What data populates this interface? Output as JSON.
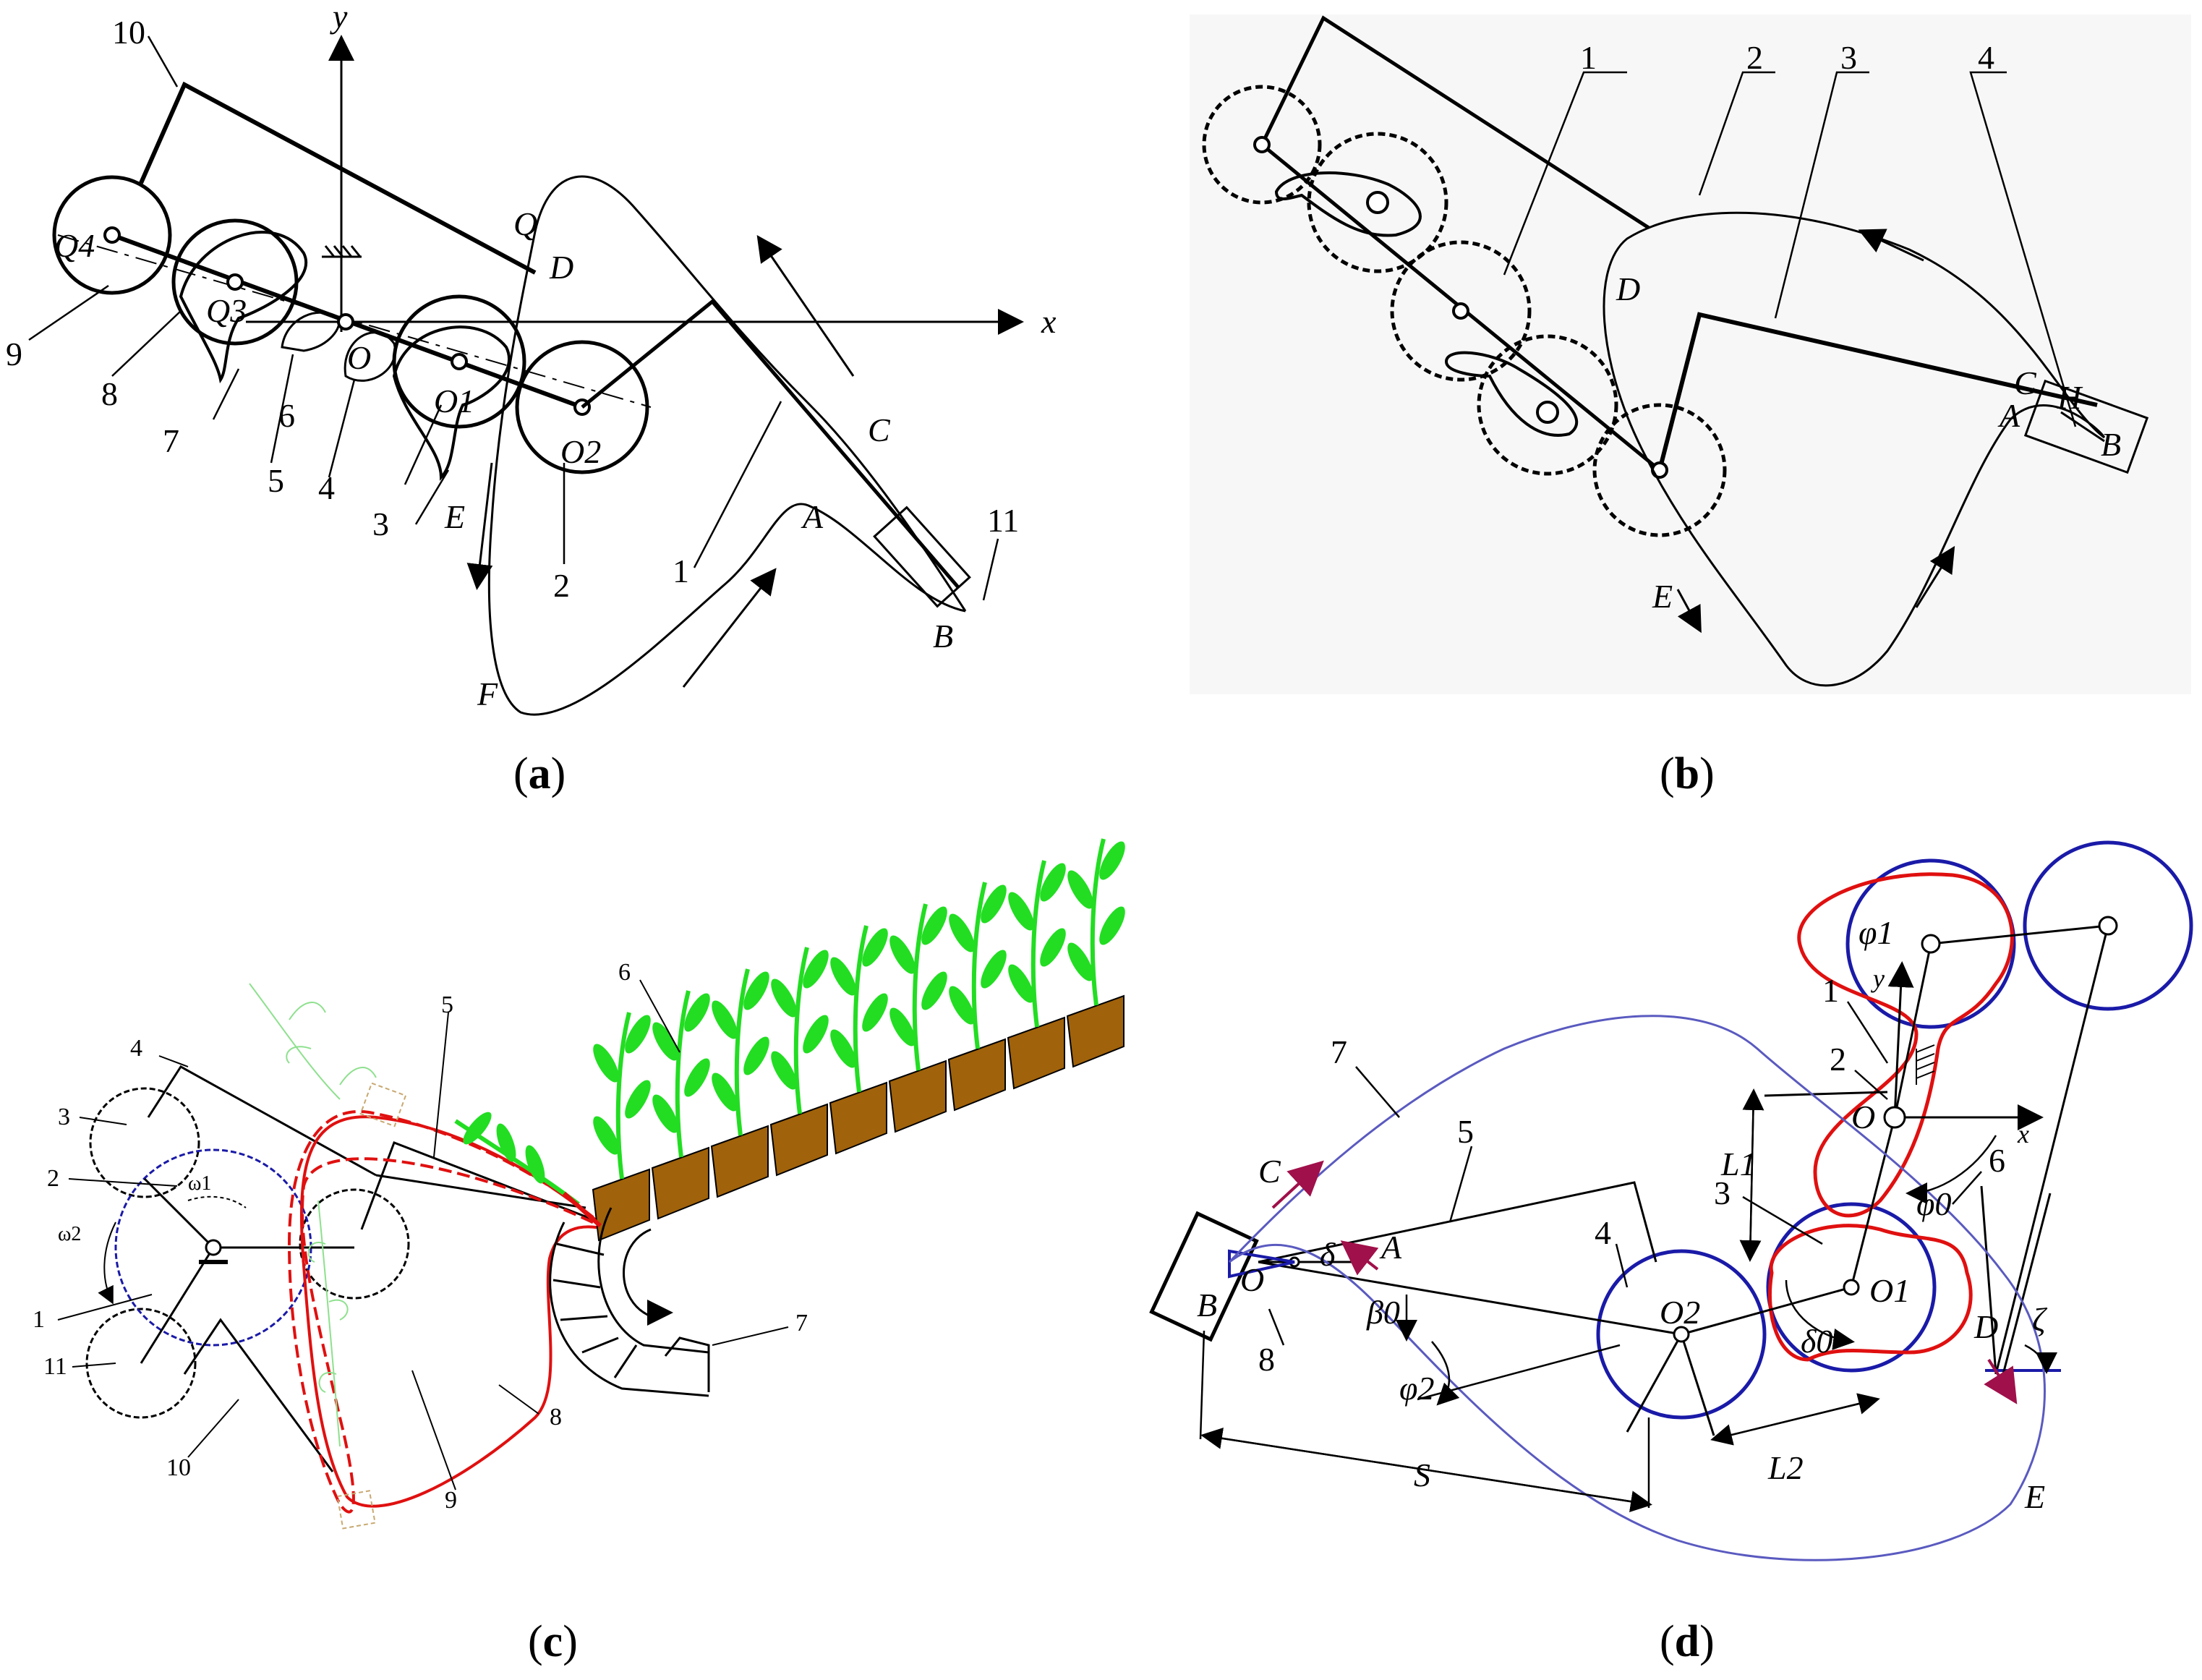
{
  "panels": {
    "a": {
      "caption_open": "(",
      "caption_letter": "a",
      "caption_close": ")",
      "numbers": [
        "10",
        "9",
        "8",
        "7",
        "6",
        "5",
        "4",
        "3",
        "2",
        "1",
        "11"
      ],
      "letters": [
        "Q",
        "D",
        "Q4",
        "Q3",
        "O",
        "O1",
        "O2",
        "E",
        "F",
        "A",
        "B",
        "C",
        "x",
        "y"
      ]
    },
    "b": {
      "caption_open": "(",
      "caption_letter": "b",
      "caption_close": ")",
      "numbers": [
        "1",
        "2",
        "3",
        "4"
      ],
      "letters": [
        "D",
        "C",
        "A",
        "H",
        "B",
        "E"
      ]
    },
    "c": {
      "caption_open": "(",
      "caption_letter": "c",
      "caption_close": ")",
      "numbers": [
        "4",
        "3",
        "2",
        "1",
        "11",
        "5",
        "6",
        "7",
        "8",
        "9",
        "10"
      ],
      "omegas": [
        "ω1",
        "ω2"
      ]
    },
    "d": {
      "caption_open": "(",
      "caption_letter": "d",
      "caption_close": ")",
      "numbers": [
        "7",
        "5",
        "4",
        "1",
        "2",
        "3",
        "6",
        "8"
      ],
      "letters": [
        "C",
        "A",
        "B",
        "O",
        "O2",
        "O1",
        "O",
        "D",
        "E",
        "S",
        "L1",
        "L2",
        "x",
        "y"
      ],
      "greek": [
        "δ",
        "β0",
        "φ2",
        "δ0",
        "φ0",
        "φ1",
        "ζ"
      ]
    }
  },
  "colors": {
    "ink": "#000000",
    "red": "#e01010",
    "blue": "#1a1aa8",
    "trajectory_blue": "#5a5ac0",
    "plant_green": "#22dd22",
    "soil_brown": "#a0620a",
    "magenta_arrow": "#a0104a",
    "panel_b_bg": "#f7f7f7"
  }
}
